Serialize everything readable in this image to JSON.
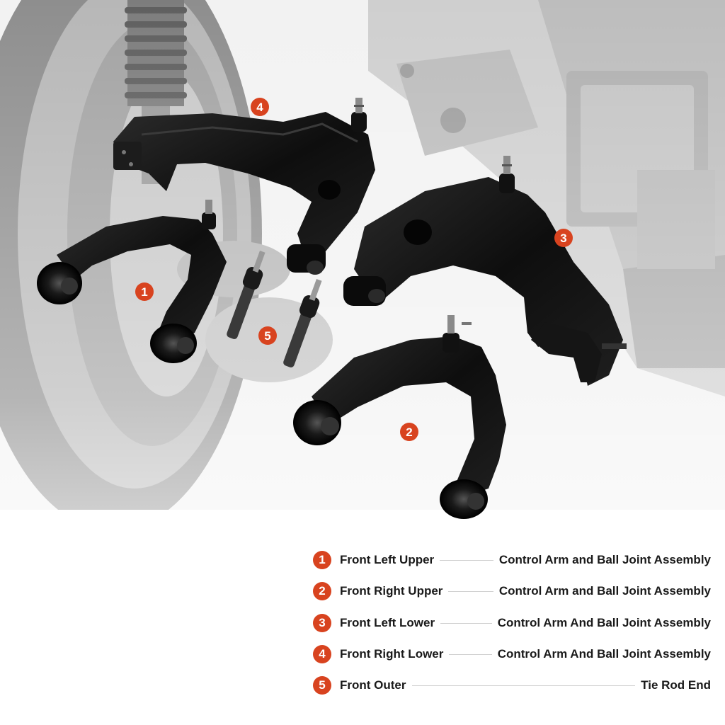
{
  "accent_color": "#d8431f",
  "callouts": [
    {
      "number": "1"
    },
    {
      "number": "2"
    },
    {
      "number": "3"
    },
    {
      "number": "4"
    },
    {
      "number": "5"
    }
  ],
  "legend": [
    {
      "number": "1",
      "position": "Front Left Upper",
      "part": "Control Arm and Ball Joint Assembly"
    },
    {
      "number": "2",
      "position": "Front Right Upper",
      "part": "Control Arm and Ball Joint Assembly"
    },
    {
      "number": "3",
      "position": "Front Left Lower",
      "part": "Control Arm And Ball Joint Assembly"
    },
    {
      "number": "4",
      "position": "Front Right Lower",
      "part": "Control Arm And Ball Joint Assembly"
    },
    {
      "number": "5",
      "position": "Front Outer",
      "part": "Tie Rod End"
    }
  ]
}
